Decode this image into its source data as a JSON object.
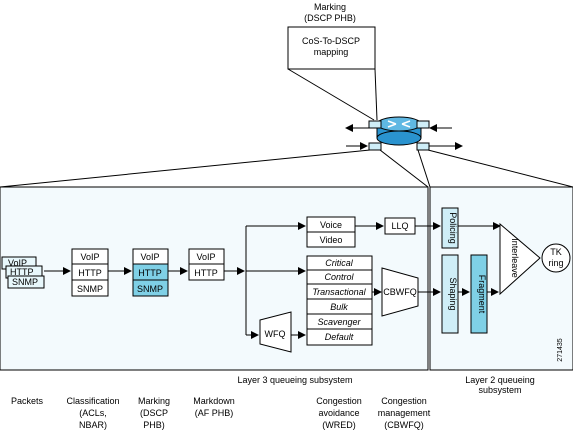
{
  "top": {
    "marking": "Marking",
    "dscp_phb": "(DSCP PHB)",
    "cos_to_dscp": "CoS-To-DSCP",
    "mapping": "mapping"
  },
  "packets": [
    "VoIP",
    "HTTP",
    "SNMP"
  ],
  "classification": [
    "VoIP",
    "HTTP",
    "SNMP"
  ],
  "marking": [
    "VoIP",
    "HTTP",
    "SNMP"
  ],
  "markdown": [
    "VoIP",
    "HTTP"
  ],
  "voice_video": [
    "Voice",
    "Video"
  ],
  "llq": "LLQ",
  "wred_classes": [
    "Critical",
    "Control",
    "Transactional",
    "Bulk",
    "Scavenger",
    "Default"
  ],
  "wfq": "WFQ",
  "cbwfq": "CBWFQ",
  "policing": "Policing",
  "shaping": "Shaping",
  "fragment": "Fragment",
  "interleave": "Interleave",
  "tk_ring": [
    "TK",
    "ring"
  ],
  "figure_id": "271435",
  "subsystems": {
    "layer3": "Layer 3 queueing subsystem",
    "layer2_line1": "Layer 2 queueing",
    "layer2_line2": "subsystem"
  },
  "captions": [
    {
      "lines": [
        "Packets"
      ]
    },
    {
      "lines": [
        "Classification",
        "(ACLs,",
        "NBAR)"
      ]
    },
    {
      "lines": [
        "Marking",
        "(DSCP",
        "PHB)"
      ]
    },
    {
      "lines": [
        "Markdown",
        "(AF PHB)"
      ]
    },
    {
      "lines": [
        "Congestion",
        "avoidance",
        "(WRED)"
      ]
    },
    {
      "lines": [
        "Congestion",
        "management",
        "(CBWFQ)"
      ]
    }
  ],
  "colors": {
    "highlight": "#7fd0e6",
    "panel": "#f3fafd",
    "router": "#2a93cf",
    "fragment": "#7fd0e6",
    "light": "#cfeef7"
  }
}
